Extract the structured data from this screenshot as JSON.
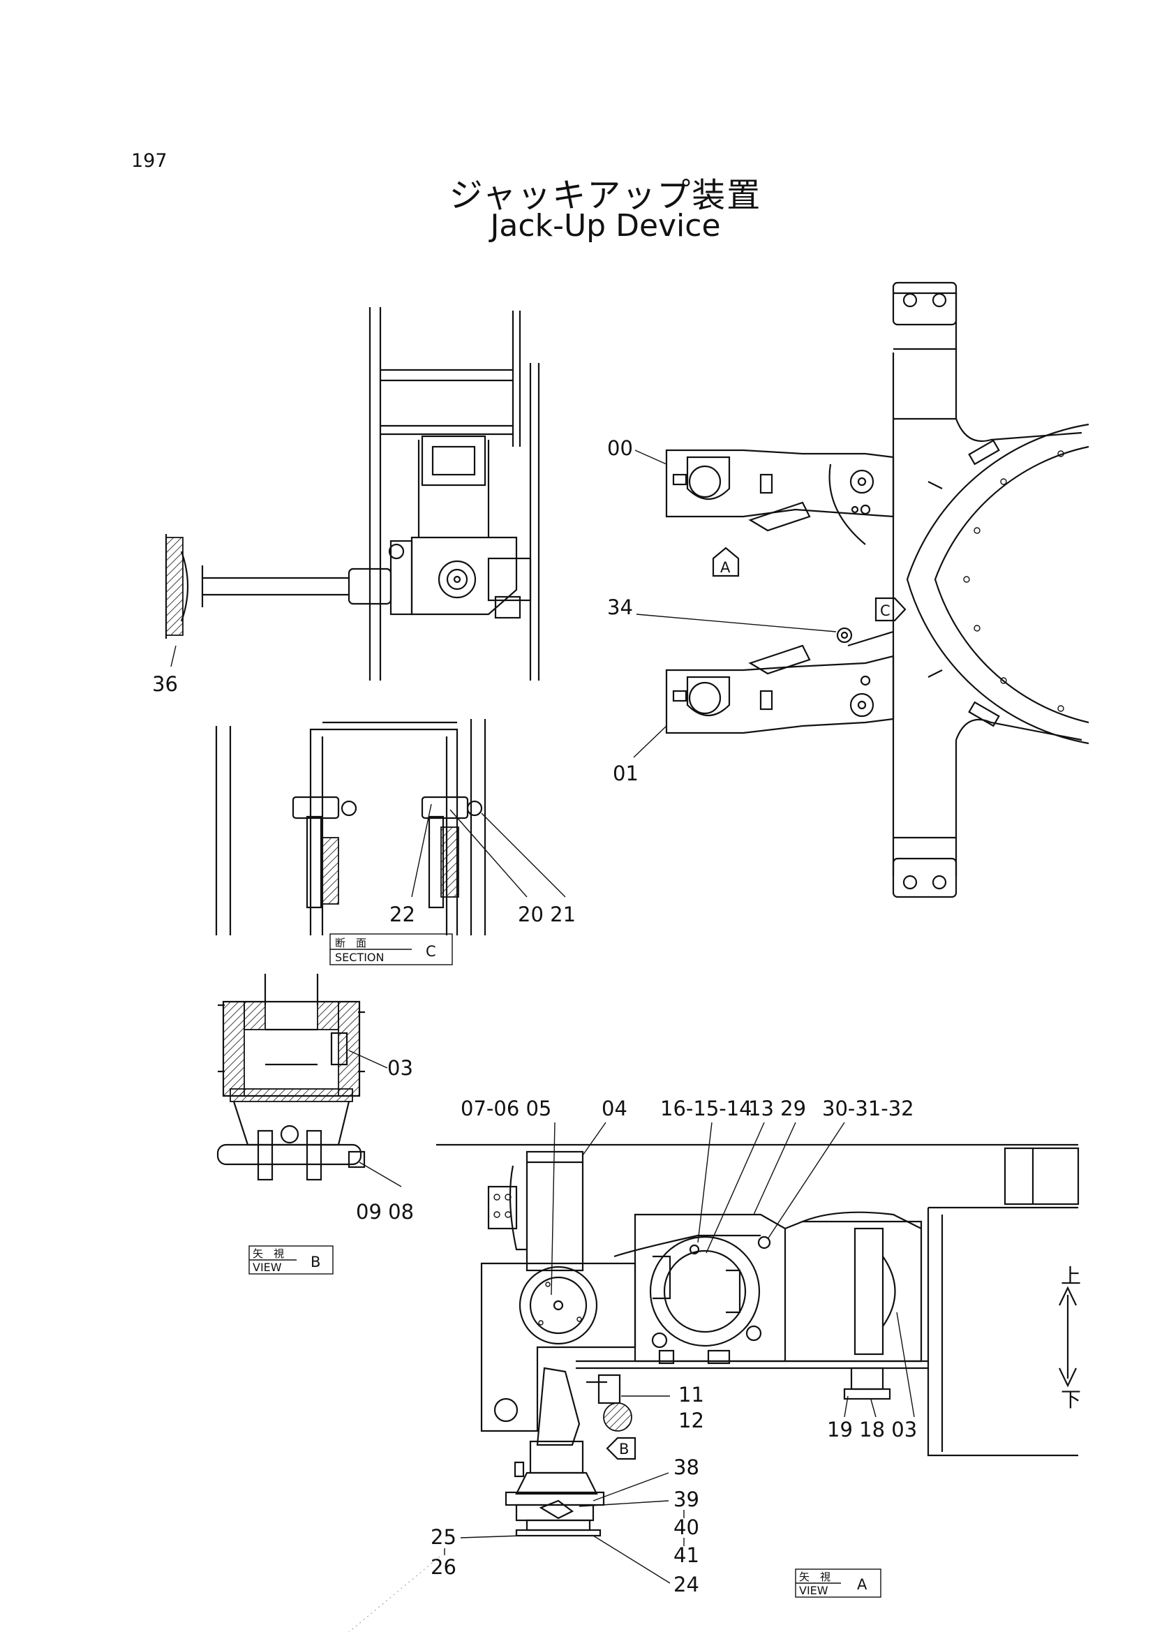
{
  "page_number": "197",
  "title_jp": "ジャッキアップ装置",
  "title_en": "Jack-Up Device",
  "callouts": {
    "c00": "00",
    "c01": "01",
    "c34": "34",
    "c36": "36",
    "c22": "22",
    "c20_21": "20 21",
    "c03a": "03",
    "c09_08": "09 08",
    "c07_06_05": "07-06 05",
    "c04": "04",
    "c16_15_14": "16-15-14",
    "c13_29": "13 29",
    "c30_31_32": "30-31-32",
    "c11": "11",
    "c12": "12",
    "c19_18_03": "19 18 03",
    "c38": "38",
    "c39": "39",
    "c40": "40",
    "c41": "41",
    "c25": "25",
    "c26": "26",
    "c24": "24"
  },
  "view_markers": {
    "a": "A",
    "c": "C",
    "b": "B"
  },
  "view_labels": {
    "section_c": {
      "top": "断　面",
      "bottom": "SECTION",
      "letter": "C"
    },
    "view_b": {
      "top": "矢　視",
      "bottom": "VIEW",
      "letter": "B"
    },
    "view_a": {
      "top": "矢　視",
      "bottom": "VIEW",
      "letter": "A"
    }
  },
  "direction": {
    "up": "上",
    "down": "下"
  }
}
